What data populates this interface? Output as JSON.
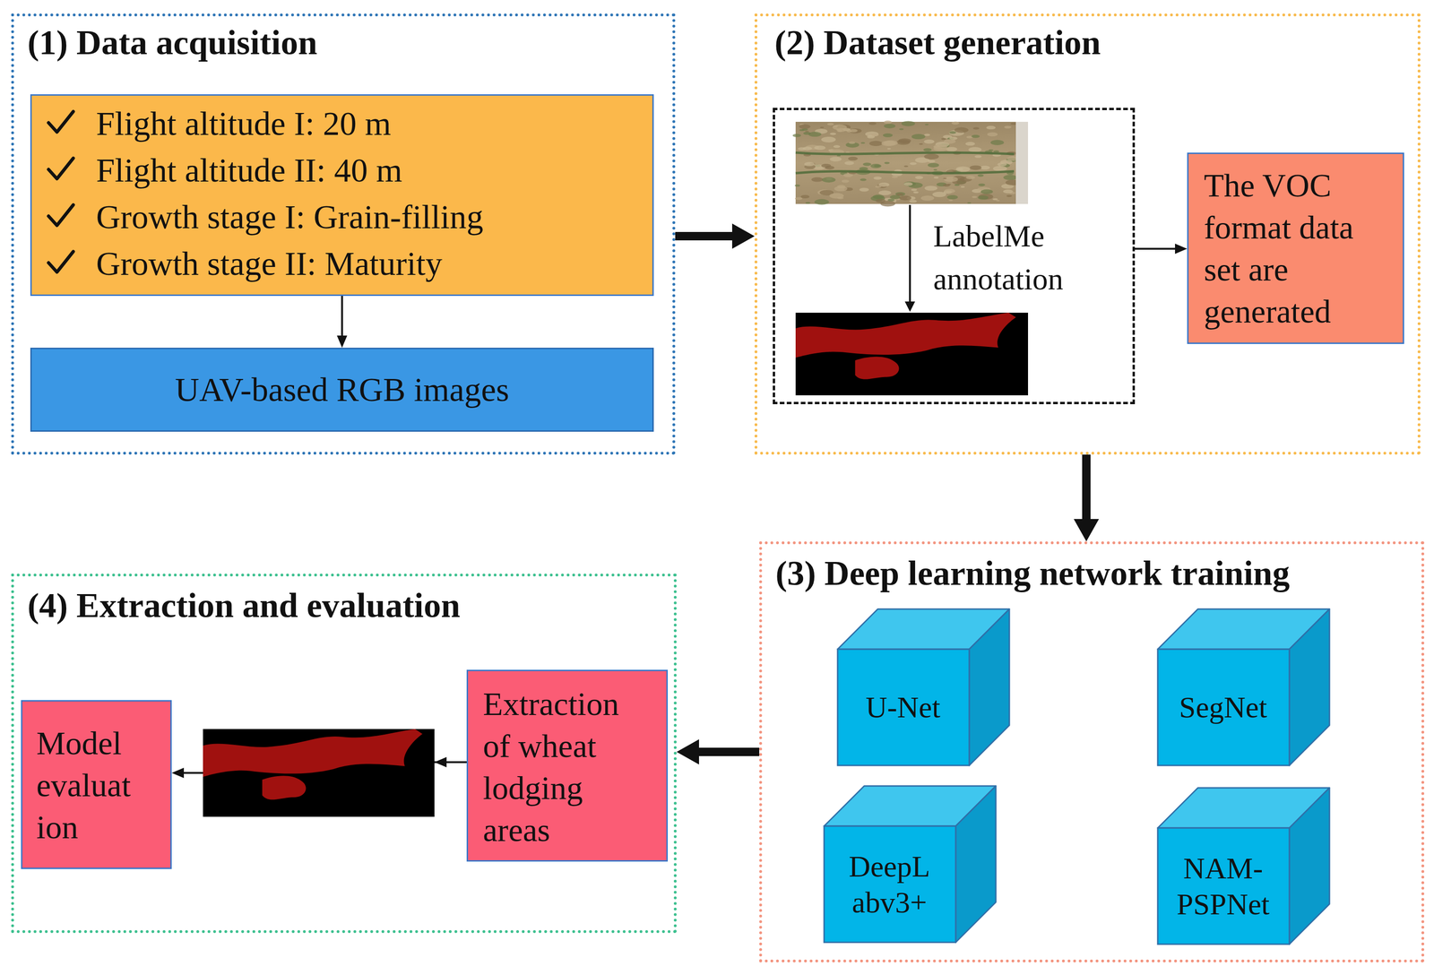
{
  "diagram": {
    "nodes": [
      {
        "text": [
          "(1) Data acquisition"
        ]
      },
      {
        "text": [
          "Flight altitude I: 20 m",
          "Flight altitude II: 40 m",
          "Growth stage I: Grain-filling",
          "Growth stage II: Maturity"
        ],
        "in": 0
      },
      {
        "text": [
          "UAV-based RGB images"
        ],
        "in": 0
      },
      {
        "text": [
          "(2) Dataset generation"
        ]
      },
      {
        "text": [
          "LabelMe annotation"
        ],
        "in": 3
      },
      {
        "text": [
          "The VOC format data set are generated"
        ],
        "in": 3
      },
      {
        "text": [
          "(3) Deep learning network training"
        ]
      },
      {
        "text": [
          "U-Net"
        ],
        "in": 6
      },
      {
        "text": [
          "SegNet"
        ],
        "in": 6
      },
      {
        "text": [
          "DeepLabv3+"
        ],
        "in": 6
      },
      {
        "text": [
          "NAM-PSPNet"
        ],
        "in": 6
      },
      {
        "text": [
          "(4) Extraction and evaluation"
        ]
      },
      {
        "text": [
          "Extraction of wheat lodging areas"
        ],
        "in": 11
      },
      {
        "text": [
          "Model evaluation"
        ],
        "in": 11
      }
    ],
    "edges": [
      {
        "from": 0,
        "to": 3,
        "arrow": "to"
      },
      {
        "from": 1,
        "to": 2,
        "arrow": "to"
      },
      {
        "from": 4,
        "to": 5,
        "arrow": "to"
      },
      {
        "from": 3,
        "to": 6,
        "arrow": "to"
      },
      {
        "from": 6,
        "to": 11,
        "arrow": "to"
      },
      {
        "from": 12,
        "to": 13,
        "arrow": "to"
      }
    ]
  }
}
